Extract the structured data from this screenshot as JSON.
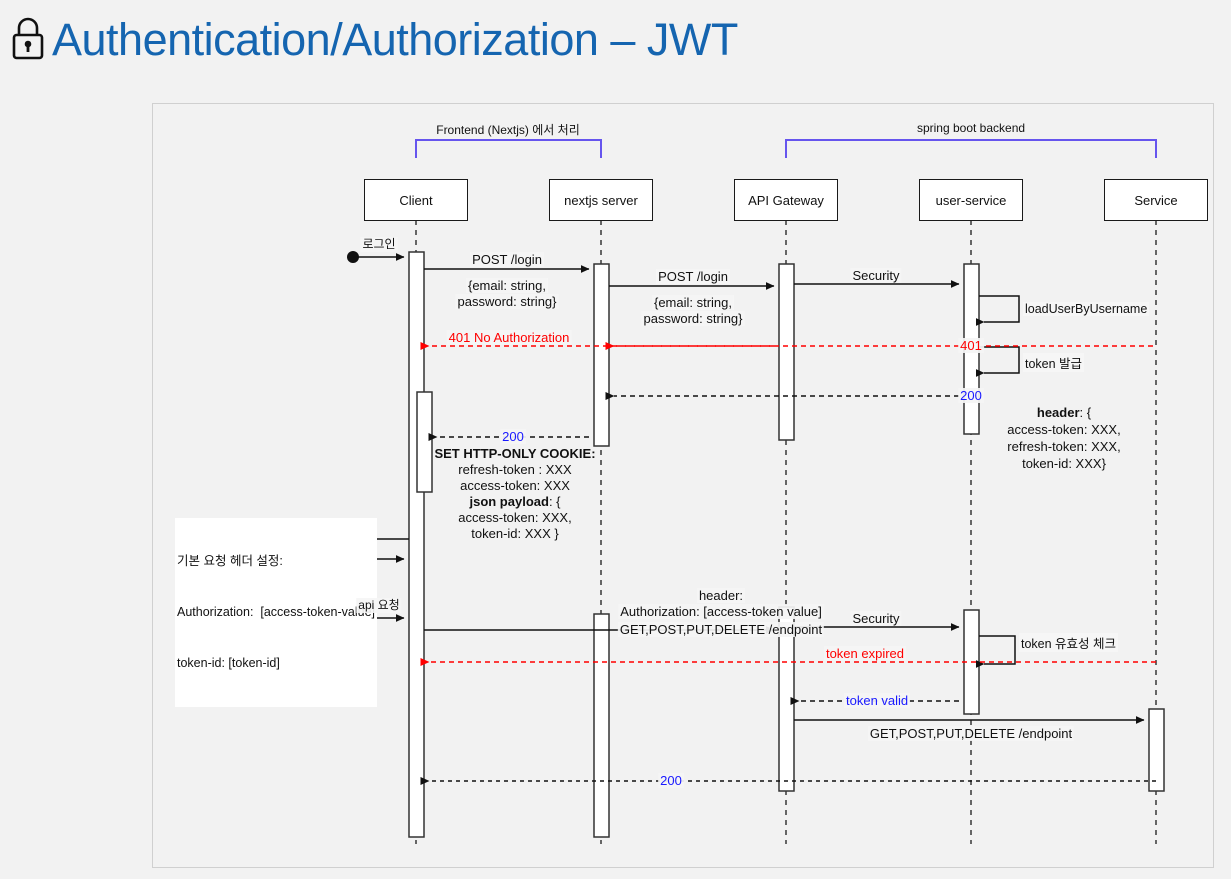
{
  "title": {
    "icon": "lock-icon",
    "text": "Authentication/Authorization – JWT",
    "color": "#1565b0"
  },
  "diagram": {
    "type": "sequence-diagram",
    "groups": [
      {
        "label": "Frontend (Nextjs) 에서 처리",
        "color": "#6655ee",
        "from": "Client",
        "to": "nextjs server"
      },
      {
        "label": "spring boot backend",
        "color": "#6655ee",
        "from": "API Gateway",
        "to": "Service"
      }
    ],
    "participants": [
      {
        "name": "Client"
      },
      {
        "name": "nextjs server"
      },
      {
        "name": "API Gateway"
      },
      {
        "name": "user-service"
      },
      {
        "name": "Service"
      }
    ],
    "messages": [
      {
        "id": "m1",
        "label": "로그인",
        "style": "solid",
        "color": "#111111"
      },
      {
        "id": "m2",
        "label": "POST /login",
        "style": "solid",
        "color": "#111111"
      },
      {
        "id": "m3",
        "label": "{email: string,\npassword: string}",
        "style": "none",
        "color": "#111111"
      },
      {
        "id": "m4",
        "label": "POST /login",
        "style": "solid",
        "color": "#111111"
      },
      {
        "id": "m5",
        "label": "{email: string,\npassword: string}",
        "style": "none",
        "color": "#111111"
      },
      {
        "id": "m6",
        "label": "Security",
        "style": "solid",
        "color": "#111111"
      },
      {
        "id": "m7",
        "label": "loadUserByUsername",
        "style": "self",
        "color": "#111111"
      },
      {
        "id": "m8",
        "label": "401 No Authorization",
        "style": "dashed",
        "color": "#ff0000"
      },
      {
        "id": "m9",
        "label": "401",
        "style": "dashed",
        "color": "#ff0000"
      },
      {
        "id": "m10",
        "label": "token 발급",
        "style": "self",
        "color": "#111111"
      },
      {
        "id": "m11",
        "label": "200",
        "style": "dashed",
        "color": "#1a1aff"
      },
      {
        "id": "m12",
        "label": "header: {\naccess-token: XXX,\nrefresh-token: XXX,\ntoken-id: XXX}",
        "style": "none",
        "color": "#111111"
      },
      {
        "id": "m13",
        "label": "200",
        "style": "dashed",
        "color": "#1a1aff"
      },
      {
        "id": "m14",
        "label": "SET HTTP-ONLY COOKIE:\nrefresh-token : XXX\naccess-token: XXX\njson payload: {\naccess-token: XXX,\ntoken-id: XXX }",
        "style": "none",
        "color": "#111111"
      },
      {
        "id": "m15",
        "label": "기본 요청 헤더 설정:\nAuthorization:  [access-token-value]\ntoken-id: [token-id]",
        "style": "self-note",
        "color": "#111111"
      },
      {
        "id": "m16",
        "label": "api 요청",
        "style": "solid",
        "color": "#111111"
      },
      {
        "id": "m17",
        "label": "header:\nAuthorization: [access-token value]",
        "style": "none",
        "color": "#111111"
      },
      {
        "id": "m18",
        "label": "GET,POST,PUT,DELETE /endpoint",
        "style": "solid",
        "color": "#111111"
      },
      {
        "id": "m19",
        "label": "Security",
        "style": "solid",
        "color": "#111111"
      },
      {
        "id": "m20",
        "label": "token 유효성 체크",
        "style": "self",
        "color": "#111111"
      },
      {
        "id": "m21",
        "label": "token expired",
        "style": "dashed",
        "color": "#ff0000"
      },
      {
        "id": "m22",
        "label": "token valid",
        "style": "dashed",
        "color": "#1a1aff"
      },
      {
        "id": "m23",
        "label": "GET,POST,PUT,DELETE /endpoint",
        "style": "solid",
        "color": "#111111"
      },
      {
        "id": "m24",
        "label": "200",
        "style": "dashed",
        "color": "#1a1aff"
      }
    ],
    "text_labels": {
      "login": "로그인",
      "post_login_1": "POST /login",
      "body_1": "{email: string,",
      "body_1b": "password: string}",
      "post_login_2": "POST /login",
      "body_2": "{email: string,",
      "body_2b": "password: string}",
      "security_1": "Security",
      "load_user": "loadUserByUsername",
      "unauthorized": "401 No Authorization",
      "code_401": "401",
      "token_issue": "token 발급",
      "code_200_a": "200",
      "header_hdr": "header",
      "header_open": ": {",
      "header_l1": "access-token: XXX,",
      "header_l2": "refresh-token: XXX,",
      "header_l3": "token-id: XXX}",
      "code_200_b": "200",
      "cookie_title": "SET HTTP-ONLY COOKIE:",
      "cookie_l1": "refresh-token : XXX",
      "cookie_l2": "access-token: XXX",
      "payload_label": "json payload",
      "payload_open": ": {",
      "payload_l1": "access-token: XXX,",
      "payload_l2": "token-id: XXX }",
      "note_l1": "기본 요청 헤더 설정:",
      "note_l2": "Authorization:  [access-token-value]",
      "note_l3": "token-id: [token-id]",
      "api_request": "api 요청",
      "header_only": "header:",
      "auth_value": "Authorization: [access-token value]",
      "endpoint_1": "GET,POST,PUT,DELETE /endpoint",
      "security_2": "Security",
      "token_check": "token 유효성 체크",
      "token_expired": "token expired",
      "token_valid": "token valid",
      "endpoint_2": "GET,POST,PUT,DELETE /endpoint",
      "code_200_c": "200"
    }
  }
}
